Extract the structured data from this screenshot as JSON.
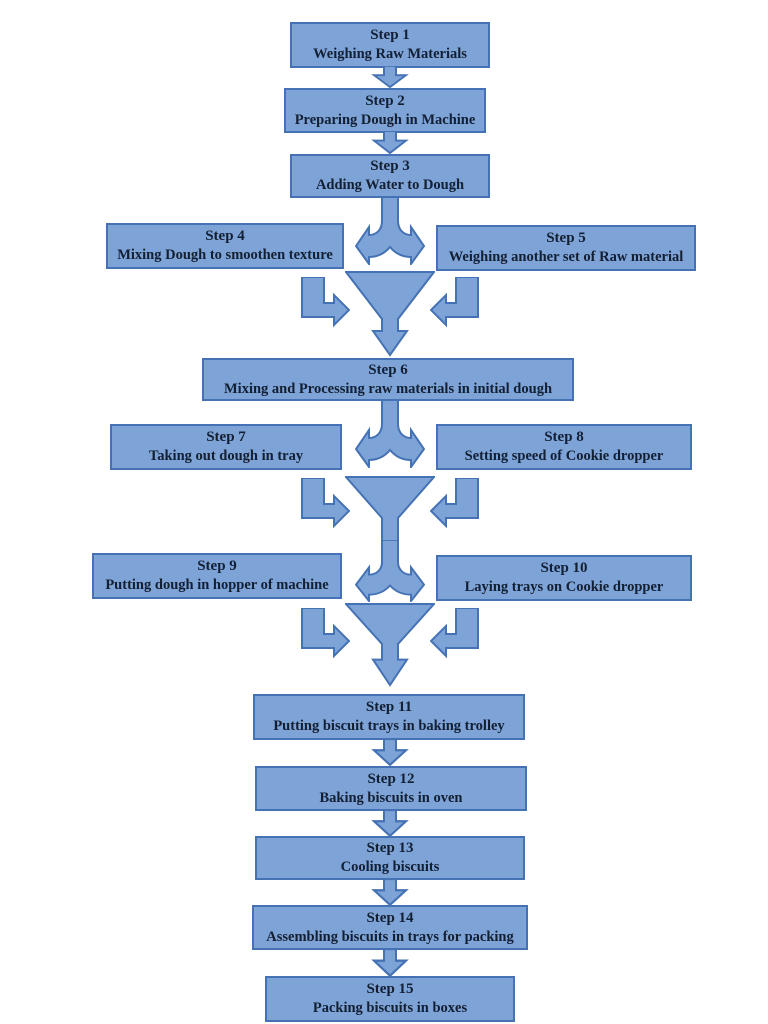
{
  "colors": {
    "box_fill": "#7DA3D7",
    "box_border": "#4472B4",
    "text_color": "#131F33",
    "background": "#FFFFFF"
  },
  "icons": {
    "down_arrow": "⬇",
    "split_arrow": "⤋",
    "elbow_arrow_right": "↳",
    "elbow_arrow_left": "↲",
    "merge_funnel": "▽"
  },
  "steps": [
    {
      "title": "Step 1",
      "label": "Weighing Raw Materials"
    },
    {
      "title": "Step 2",
      "label": "Preparing Dough in Machine"
    },
    {
      "title": "Step 3",
      "label": "Adding Water to Dough"
    },
    {
      "title": "Step 4",
      "label": "Mixing Dough to smoothen texture"
    },
    {
      "title": "Step 5",
      "label": "Weighing another set of Raw material"
    },
    {
      "title": "Step 6",
      "label": "Mixing and Processing raw materials in initial dough"
    },
    {
      "title": "Step 7",
      "label": "Taking out dough in tray"
    },
    {
      "title": "Step 8",
      "label": "Setting speed of Cookie dropper"
    },
    {
      "title": "Step 9",
      "label": "Putting dough in hopper of machine"
    },
    {
      "title": "Step 10",
      "label": "Laying trays on Cookie dropper"
    },
    {
      "title": "Step 11",
      "label": "Putting biscuit trays in baking trolley"
    },
    {
      "title": "Step 12",
      "label": "Baking biscuits in oven"
    },
    {
      "title": "Step 13",
      "label": "Cooling biscuits"
    },
    {
      "title": "Step 14",
      "label": "Assembling biscuits in trays for packing"
    },
    {
      "title": "Step 15",
      "label": "Packing biscuits in boxes"
    }
  ],
  "edges": [
    {
      "from": "step-1",
      "to": "step-2"
    },
    {
      "from": "step-2",
      "to": "step-3"
    },
    {
      "from": "step-3",
      "to": "step-4"
    },
    {
      "from": "step-3",
      "to": "step-5"
    },
    {
      "from": "step-4",
      "to": "merge-1"
    },
    {
      "from": "step-5",
      "to": "merge-1"
    },
    {
      "from": "merge-1",
      "to": "step-6"
    },
    {
      "from": "step-6",
      "to": "step-7"
    },
    {
      "from": "step-6",
      "to": "step-8"
    },
    {
      "from": "step-7",
      "to": "merge-2"
    },
    {
      "from": "step-8",
      "to": "merge-2"
    },
    {
      "from": "merge-2",
      "to": "step-9"
    },
    {
      "from": "merge-2",
      "to": "step-10"
    },
    {
      "from": "step-9",
      "to": "merge-3"
    },
    {
      "from": "step-10",
      "to": "merge-3"
    },
    {
      "from": "merge-3",
      "to": "step-11"
    },
    {
      "from": "step-11",
      "to": "step-12"
    },
    {
      "from": "step-12",
      "to": "step-13"
    },
    {
      "from": "step-13",
      "to": "step-14"
    },
    {
      "from": "step-14",
      "to": "step-15"
    }
  ]
}
